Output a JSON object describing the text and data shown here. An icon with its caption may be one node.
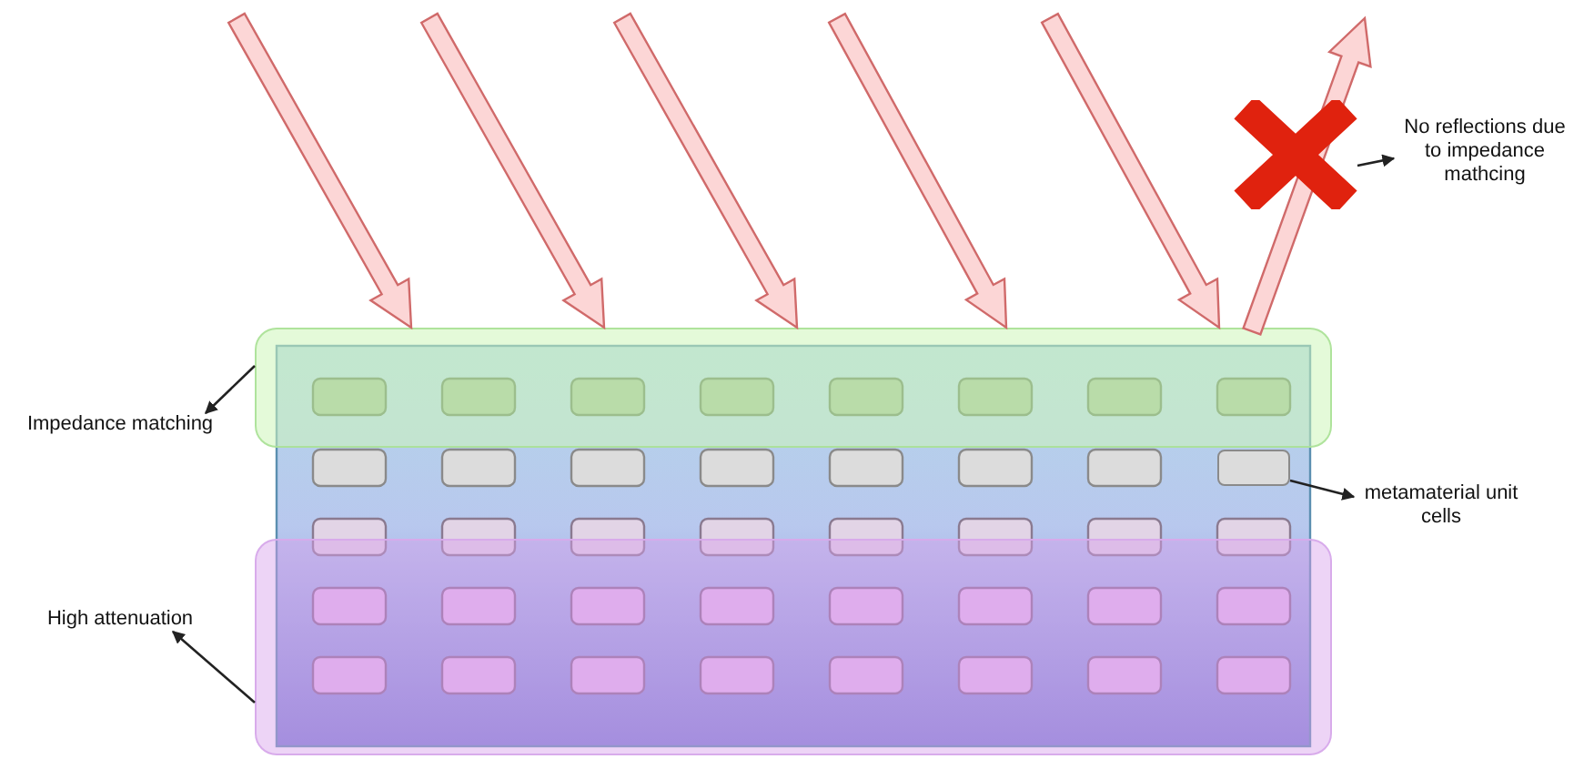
{
  "diagram": {
    "nodes": [
      {
        "text": [
          "No reflections due to impedance mathcing"
        ]
      },
      {
        "text": [],
        "shape": "cross"
      },
      {
        "text": [],
        "shape": "box"
      },
      {
        "text": [
          "Impedance matching"
        ]
      },
      {
        "text": [],
        "shape": "box"
      },
      {
        "text": [
          "metamaterial unit cells"
        ]
      },
      {
        "text": [],
        "shape": "box"
      },
      {
        "text": [
          "High attenuation"
        ]
      }
    ],
    "edges": [
      {
        "from": 1,
        "to": 0,
        "arrow": "to"
      },
      {
        "from": 2,
        "to": 3,
        "arrow": "to"
      },
      {
        "from": 4,
        "to": 5,
        "arrow": "to"
      },
      {
        "from": 6,
        "to": 7,
        "arrow": "to"
      }
    ]
  }
}
